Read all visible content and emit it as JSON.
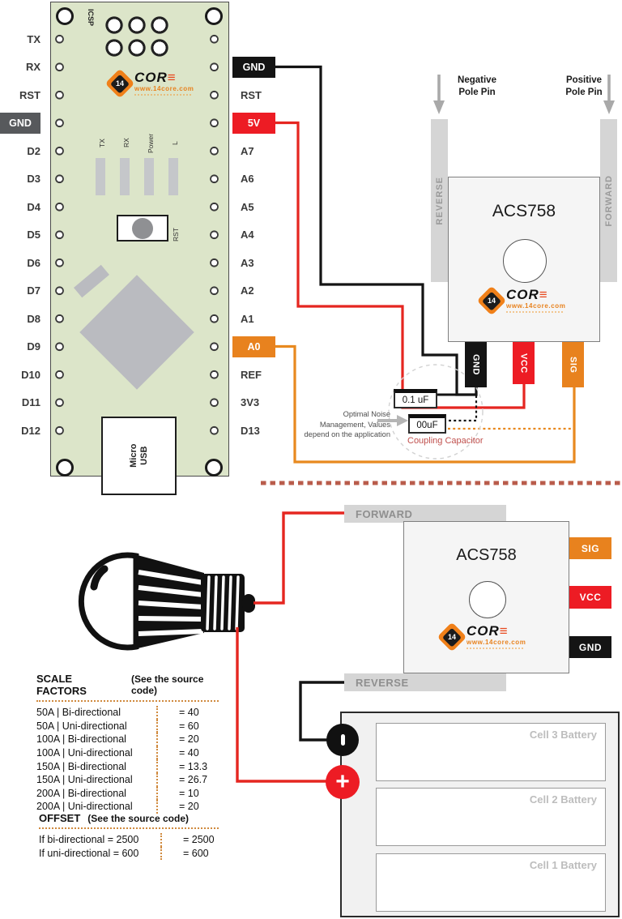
{
  "board": {
    "left_pins": [
      "TX",
      "RX",
      "RST",
      "GND",
      "D2",
      "D3",
      "D4",
      "D5",
      "D6",
      "D7",
      "D8",
      "D9",
      "D10",
      "D11",
      "D12"
    ],
    "right_pins": [
      "GND",
      "RST",
      "5V",
      "A7",
      "A6",
      "A5",
      "A4",
      "A3",
      "A2",
      "A1",
      "A0",
      "REF",
      "3V3",
      "D13"
    ],
    "icsp_label": "ICSP",
    "led_labels": [
      "TX",
      "RX",
      "Power",
      "L"
    ],
    "reset_label": "RST",
    "usb_label": "Micro\nUSB"
  },
  "logo": {
    "num": "14",
    "word": "COR",
    "bars": "≡",
    "url": "www.14core.com"
  },
  "sensor_top": {
    "name": "ACS758",
    "left_tab": "REVERSE",
    "right_tab": "FORWARD",
    "neg_line1": "Negative",
    "neg_line2": "Pole Pin",
    "pos_line1": "Positive",
    "pos_line2": "Pole Pin",
    "pin_gnd": "GND",
    "pin_vcc": "VCC",
    "pin_sig": "SIG"
  },
  "caps": {
    "c1": "0.1 uF",
    "c2": "00uF",
    "note_line1": "Optimal Noise",
    "note_line2": "Management, Values",
    "note_line3": "depend on the application",
    "caption": "Coupling Capacitor"
  },
  "sensor_bottom": {
    "name": "ACS758",
    "top_tab": "FORWARD",
    "bottom_tab": "REVERSE",
    "pin_sig": "SIG",
    "pin_vcc": "VCC",
    "pin_gnd": "GND"
  },
  "battery": {
    "cells": [
      "Cell 3 Battery",
      "Cell 2 Battery",
      "Cell 1 Battery"
    ],
    "neg": "-",
    "pos": "+"
  },
  "scale": {
    "title": "SCALE FACTORS",
    "subtitle": "(See the source code)",
    "rows": [
      {
        "label": "50A | Bi-directional",
        "value": "= 40"
      },
      {
        "label": "50A | Uni-directional",
        "value": "= 60"
      },
      {
        "label": "100A | Bi-directional",
        "value": "= 20"
      },
      {
        "label": "100A | Uni-directional",
        "value": "= 40"
      },
      {
        "label": "150A | Bi-directional",
        "value": "= 13.3"
      },
      {
        "label": "150A | Uni-directional",
        "value": "= 26.7"
      },
      {
        "label": "200A | Bi-directional",
        "value": "= 10"
      },
      {
        "label": "200A | Uni-directional",
        "value": "= 20"
      }
    ]
  },
  "offset": {
    "title": "OFFSET",
    "subtitle": "(See the source code)",
    "rows": [
      {
        "label": "If bi-directional = 2500",
        "value": "= 2500"
      },
      {
        "label": "If uni-directional = 600",
        "value": "= 600"
      }
    ]
  },
  "colors": {
    "board_green": "#dce5c9",
    "wire_red": "#e52620",
    "wire_black": "#141414",
    "wire_orange": "#e8891f",
    "sig_orange": "#e8821e",
    "vcc_red": "#ed1c24",
    "divider": "#b95c4b",
    "caption_red": "#c0504d"
  }
}
